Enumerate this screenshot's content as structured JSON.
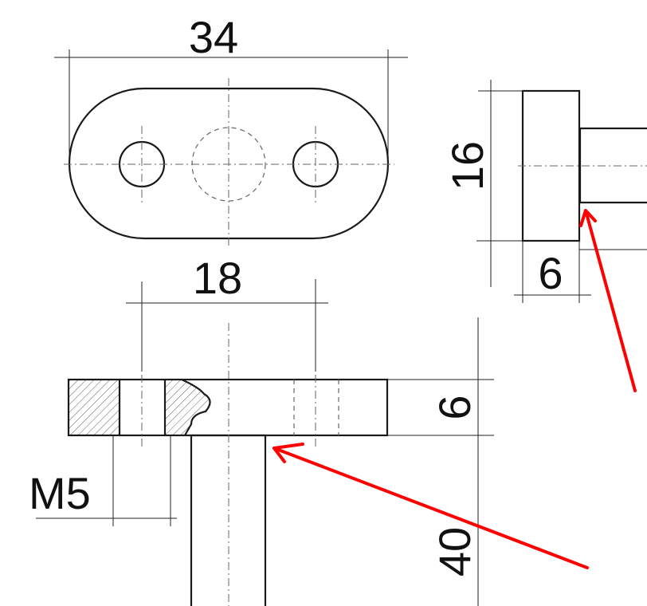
{
  "drawing": {
    "dimensions": {
      "top_width": "34",
      "hole_spacing": "18",
      "side_height": "16",
      "side_thickness": "6",
      "plate_thickness": "6",
      "thread": "M5",
      "shaft_length": "40"
    },
    "annotation_color": "#ff0000"
  }
}
